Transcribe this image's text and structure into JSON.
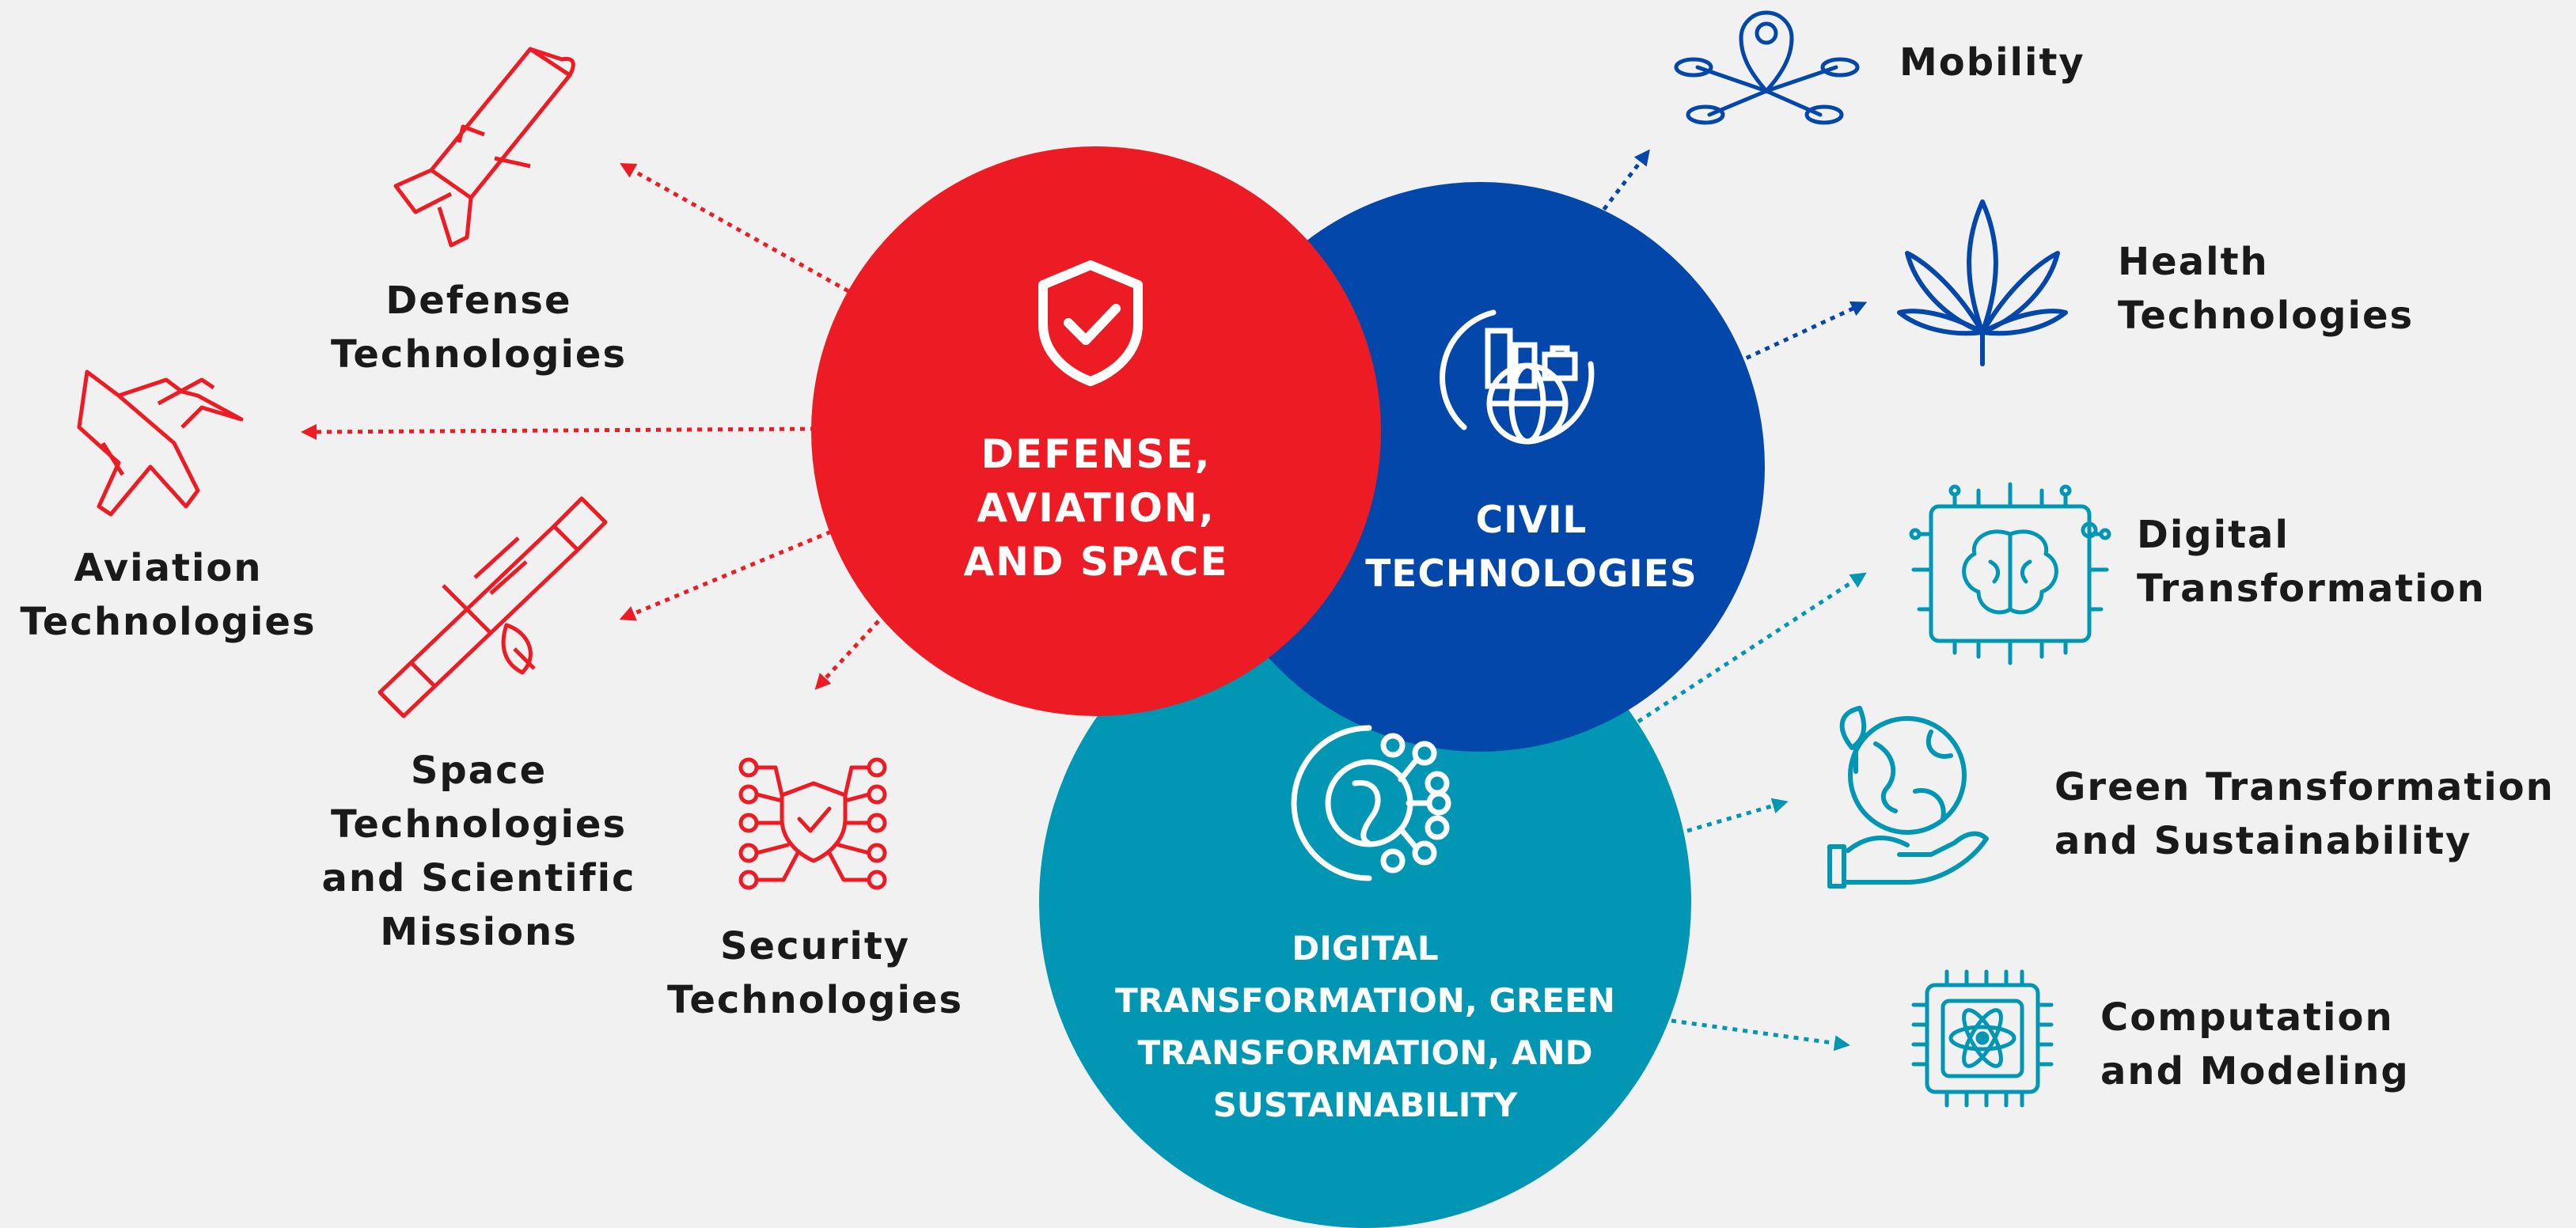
{
  "colors": {
    "red": "#ed1c24",
    "blue": "#0247a9",
    "teal": "#0096b4",
    "background": "#f1f1f1",
    "text": "#1a1a1a"
  },
  "hubs": {
    "defense": {
      "lines": [
        "DEFENSE,",
        "AVIATION,",
        "AND SPACE"
      ],
      "icon": "shield-check-icon"
    },
    "civil": {
      "lines": [
        "CIVIL",
        "TECHNOLOGIES"
      ],
      "icon": "city-globe-icon"
    },
    "digital": {
      "lines": [
        "DIGITAL",
        "TRANSFORMATION, GREEN",
        "TRANSFORMATION, AND",
        "SUSTAINABILITY"
      ],
      "icon": "gear-network-icon"
    }
  },
  "branches": {
    "defense": [
      {
        "lines": [
          "Defense",
          "Technologies"
        ],
        "icon": "rocket-icon"
      },
      {
        "lines": [
          "Aviation",
          "Technologies"
        ],
        "icon": "fighter-jet-icon"
      },
      {
        "lines": [
          "Space",
          "Technologies",
          "and Scientific",
          "Missions"
        ],
        "icon": "satellite-icon"
      },
      {
        "lines": [
          "Security",
          "Technologies"
        ],
        "icon": "security-shield-circuit-icon"
      }
    ],
    "civil": [
      {
        "lines": [
          "Mobility"
        ],
        "icon": "location-network-icon"
      },
      {
        "lines": [
          "Health",
          "Technologies"
        ],
        "icon": "leaf-icon"
      }
    ],
    "digital": [
      {
        "lines": [
          "Digital",
          "Transformation"
        ],
        "icon": "brain-chip-icon"
      },
      {
        "lines": [
          "Green Transformation",
          "and Sustainability"
        ],
        "icon": "earth-hand-icon"
      },
      {
        "lines": [
          "Computation",
          "and Modeling"
        ],
        "icon": "atom-chip-icon"
      }
    ]
  }
}
